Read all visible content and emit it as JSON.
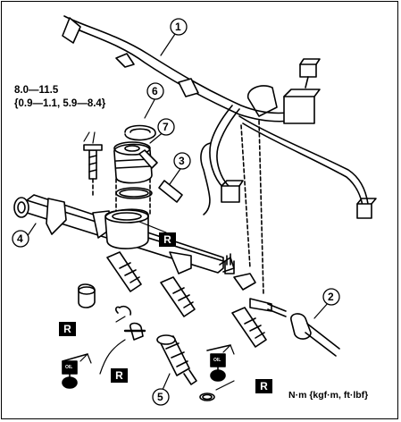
{
  "torque_spec": {
    "line1": "8.0—11.5",
    "line2": "{0.9—1.1, 5.9—8.4}"
  },
  "unit_note": "N·m {kgf·m, ft·lbf}",
  "callouts": [
    "1",
    "2",
    "3",
    "4",
    "5",
    "6",
    "7"
  ],
  "replace_mark": "R",
  "oil_label": "OIL"
}
